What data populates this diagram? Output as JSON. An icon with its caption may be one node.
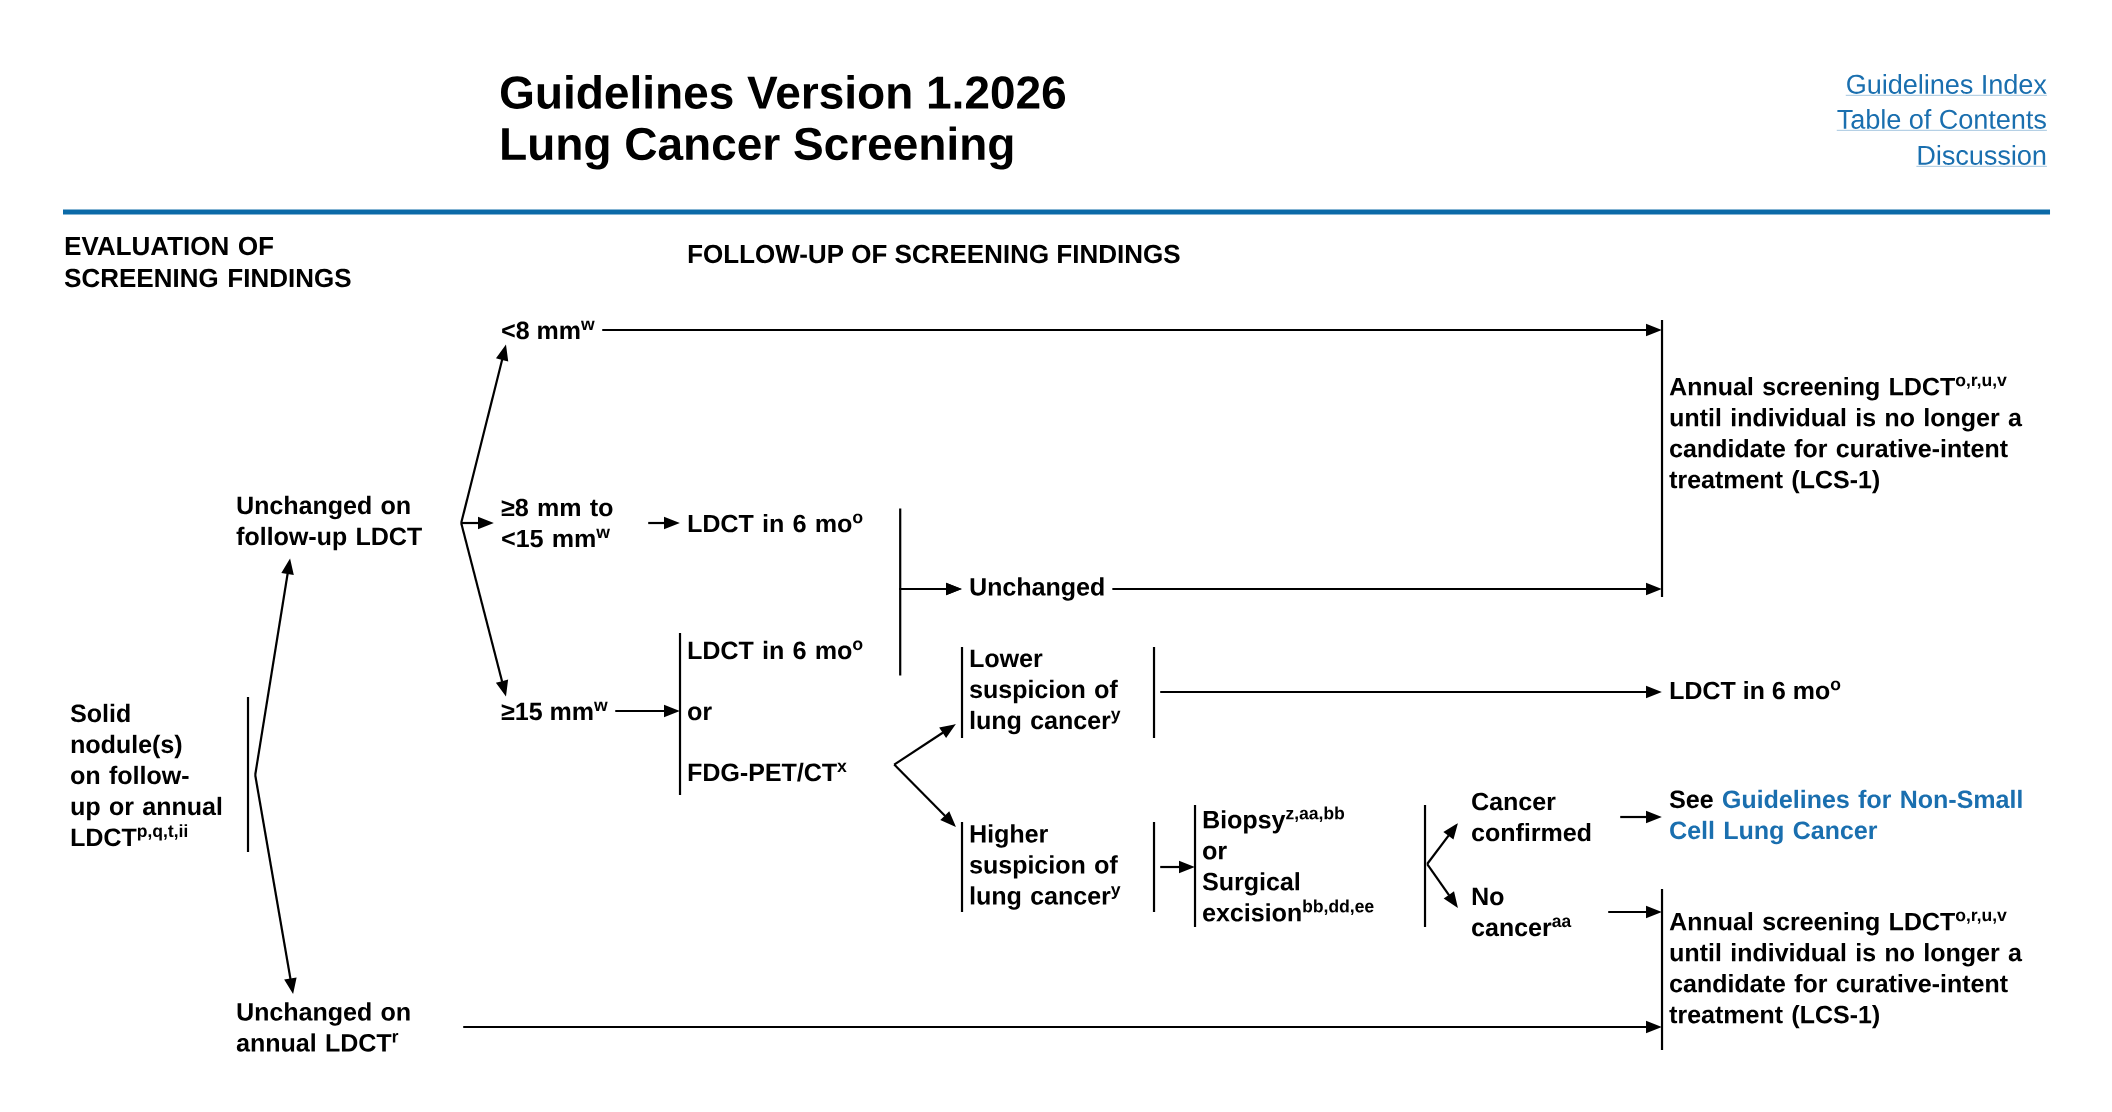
{
  "diagram": {
    "title": "Guidelines Version 1.2026",
    "nodes": [
      {
        "text": [
          "Solid nodule(s) on follow-up or annual LDCT$^{p,q,t,ii}$"
        ]
      },
      {
        "text": [
          "Unchanged on follow-up LDCT"
        ]
      },
      {
        "text": [
          "Unchanged on annual LDCT$^{r}$"
        ]
      },
      {
        "text": [
          "<8 mm$^{w}$"
        ]
      },
      {
        "text": [
          "≥8 mm to <15 mm$^{w}$"
        ]
      },
      {
        "text": [
          "≥15 mm$^{w}$"
        ]
      },
      {
        "text": [
          "LDCT in 6 mo$^{o}$"
        ]
      },
      {
        "text": [
          "Unchanged"
        ]
      },
      {
        "text": [
          "LDCT in 6 mo$^{o}$",
          "or",
          "FDG-PET/CT$^{x}$"
        ]
      },
      {
        "text": [
          "Annual screening LDCT$^{o,r,u,v}$ until individual is no longer a candidate for curative-intent treatment (LCS-1)"
        ]
      },
      {
        "text": [
          "Lower suspicion of lung cancer$^{y}$"
        ]
      },
      {
        "text": [
          "LDCT in 6 mo$^{o}$"
        ]
      },
      {
        "text": [
          "Higher suspicion of lung cancer$^{y}$"
        ]
      },
      {
        "text": [
          "Biopsy$^{z,aa,bb}$",
          "or",
          "Surgical excision$^{bb,dd,ee}$"
        ]
      },
      {
        "text": [
          "Cancer confirmed"
        ]
      },
      {
        "text": [
          "See",
          "Guidelines for Non-Small Cell Lung Cancer"
        ]
      },
      {
        "text": [
          "No cancer$^{aa}$"
        ]
      },
      {
        "text": [
          "Annual screening LDCT$^{o,r,u,v}$ until individual is no longer a candidate for curative-intent treatment (LCS-1)"
        ]
      }
    ],
    "edges": [
      {
        "from": 0,
        "to": 1,
        "arrow": "to"
      },
      {
        "from": 0,
        "to": 2,
        "arrow": "to"
      },
      {
        "from": 1,
        "to": 3,
        "arrow": "to"
      },
      {
        "from": 1,
        "to": 4,
        "arrow": "to"
      },
      {
        "from": 1,
        "to": 5,
        "arrow": "to"
      },
      {
        "from": 4,
        "to": 6,
        "arrow": "to"
      },
      {
        "from": 5,
        "to": 8,
        "arrow": "to"
      },
      {
        "from": 3,
        "to": 9,
        "arrow": "to"
      },
      {
        "from": 6,
        "to": 7,
        "arrow": "to"
      },
      {
        "from": 8,
        "to": 7,
        "arrow": "to"
      },
      {
        "from": 7,
        "to": 9,
        "arrow": "to"
      },
      {
        "from": 8,
        "to": 10,
        "arrow": "to"
      },
      {
        "from": 8,
        "to": 12,
        "arrow": "to"
      },
      {
        "from": 10,
        "to": 11,
        "arrow": "to"
      },
      {
        "from": 12,
        "to": 13,
        "arrow": "to"
      },
      {
        "from": 13,
        "to": 14,
        "arrow": "to"
      },
      {
        "from": 13,
        "to": 16,
        "arrow": "to"
      },
      {
        "from": 14,
        "to": 15,
        "arrow": "to"
      },
      {
        "from": 16,
        "to": 17,
        "arrow": "to"
      },
      {
        "from": 2,
        "to": 17,
        "arrow": "to"
      }
    ],
    "labels": [
      "Lung Cancer Screening",
      "EVALUATION OF SCREENING FINDINGS",
      "FOLLOW-UP OF SCREENING FINDINGS",
      "Guidelines Index",
      "Table of Contents",
      "Discussion"
    ]
  }
}
